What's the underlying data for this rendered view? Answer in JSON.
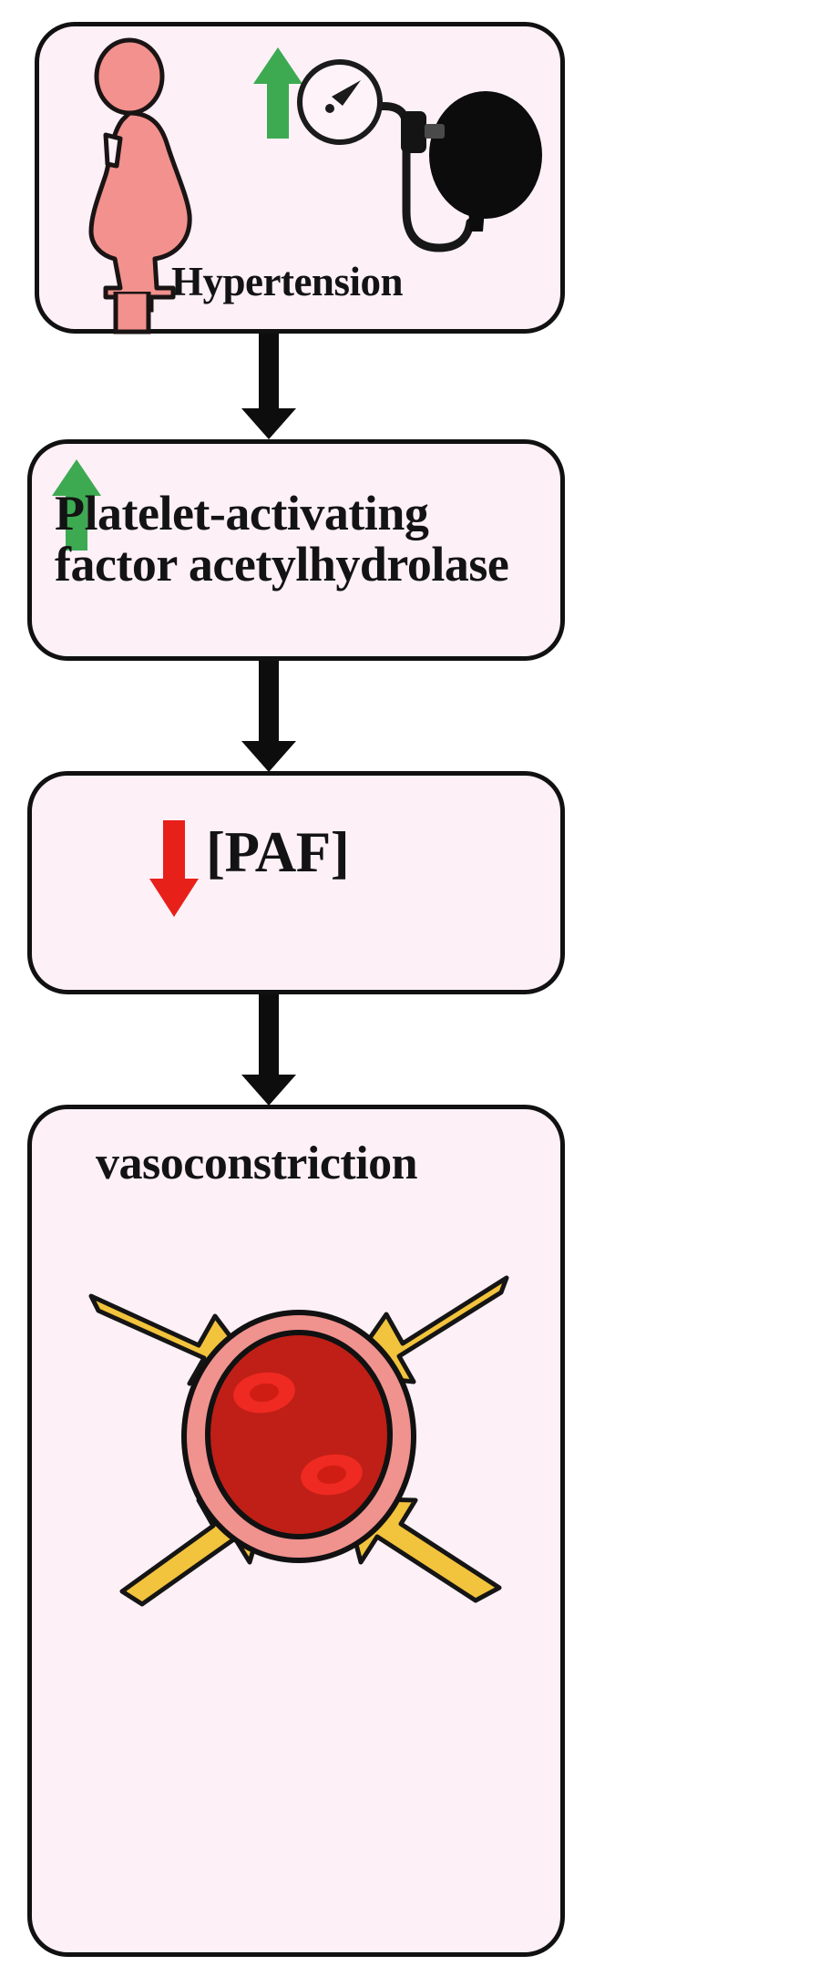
{
  "diagram": {
    "title_flow": "Hypertension pathway to vasoconstriction",
    "background": "#ffffff",
    "box_fill": "#fdf0f7",
    "box_stroke": "#111111",
    "colors": {
      "green_up_arrow": "#3daa52",
      "red_down_arrow": "#e8201a",
      "connector_black": "#0d0d0d",
      "body_pink": "#f2918d",
      "body_outline": "#1a1414",
      "vessel_wall_pink": "#f0928e",
      "vessel_lumen_red": "#bf1f16",
      "rbc_red": "#ef2a22",
      "yellow_arrow_fill": "#f2c33c",
      "yellow_arrow_stroke": "#151515",
      "bulb_black": "#0c0c0c",
      "gauge_white": "#fdf3f8"
    },
    "nodes": [
      {
        "id": "node-hypertension",
        "label": "Hypertension",
        "icons": [
          "pregnant-woman-icon",
          "green-up-arrow-icon",
          "blood-pressure-gauge-icon",
          "bp-bulb-icon"
        ],
        "trend": "up"
      },
      {
        "id": "node-paf-ah",
        "label": "Platelet-activating\nfactor acetylhydrolase",
        "icons": [
          "green-up-arrow-icon"
        ],
        "trend": "up"
      },
      {
        "id": "node-paf-concentration",
        "label": "[PAF]",
        "icons": [
          "red-down-arrow-icon"
        ],
        "trend": "down"
      },
      {
        "id": "node-vasoconstriction",
        "label": "vasoconstriction",
        "icons": [
          "blood-vessel-icon",
          "inward-pressure-arrow-icon"
        ],
        "trend": "none"
      }
    ],
    "edges": [
      {
        "id": "edge-1",
        "from": "node-hypertension",
        "to": "node-paf-ah",
        "style": "black-down-arrow"
      },
      {
        "id": "edge-2",
        "from": "node-paf-ah",
        "to": "node-paf-concentration",
        "style": "black-down-arrow"
      },
      {
        "id": "edge-3",
        "from": "node-paf-concentration",
        "to": "node-vasoconstriction",
        "style": "black-down-arrow"
      }
    ]
  }
}
